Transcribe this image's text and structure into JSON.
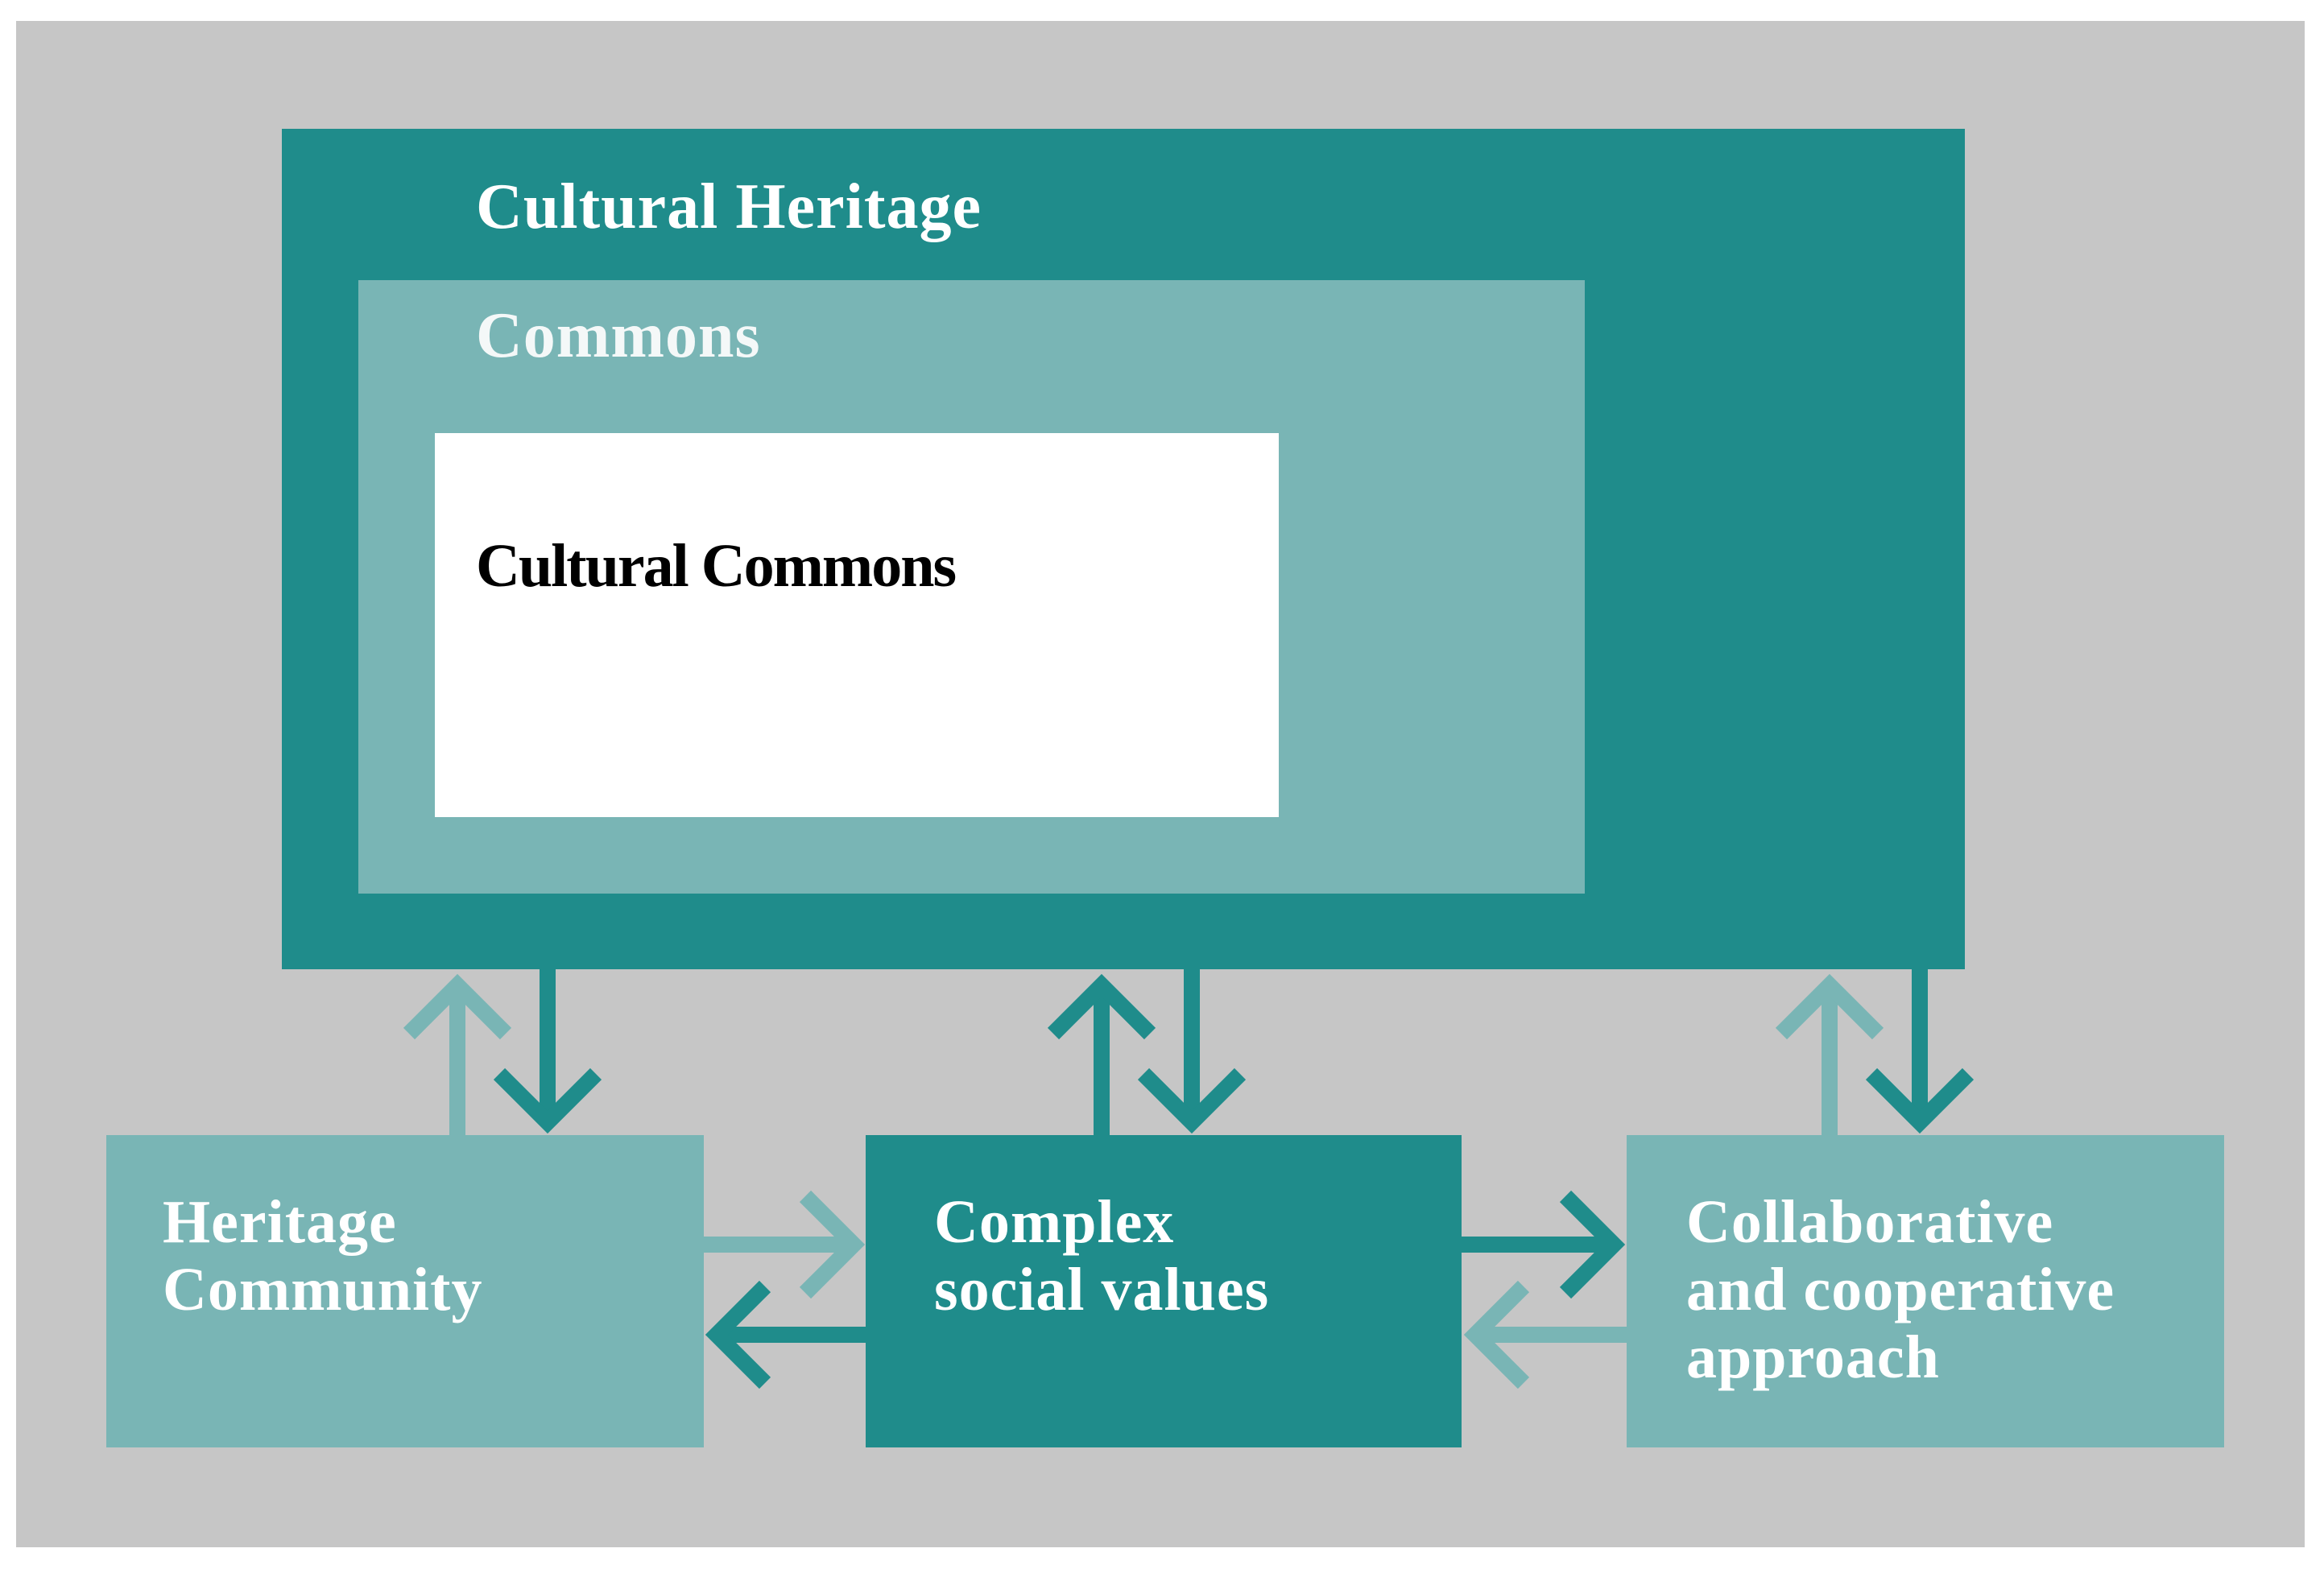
{
  "diagram": {
    "colors": {
      "background": "#c6c6c6",
      "dark_teal": "#1f8c8b",
      "light_teal": "#79b5b5",
      "white": "#ffffff"
    },
    "nested": {
      "outer_label": "Cultural Heritage",
      "middle_label": "Commons",
      "inner_label": "Cultural Commons"
    },
    "bottom_boxes": [
      {
        "lines": [
          "Heritage",
          "Community"
        ]
      },
      {
        "lines": [
          "Complex",
          "social values"
        ]
      },
      {
        "lines": [
          "Collaborative",
          "and cooperative",
          "approach"
        ]
      }
    ]
  }
}
